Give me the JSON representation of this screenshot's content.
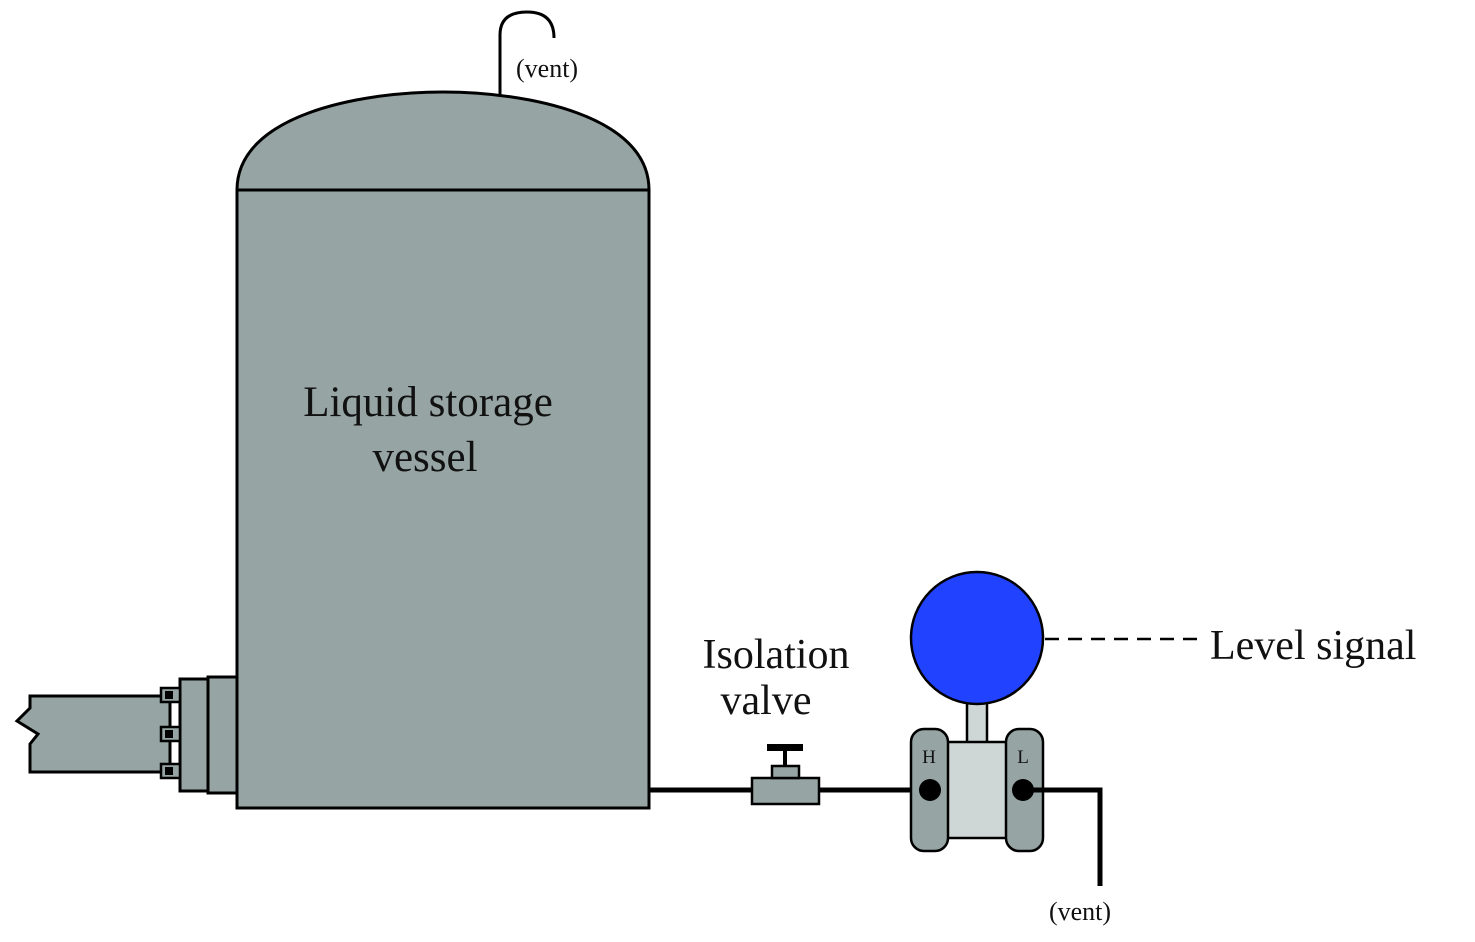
{
  "labels": {
    "vessel_line1": "Liquid storage",
    "vessel_line2": "vessel",
    "vent_top": "(vent)",
    "vent_bottom": "(vent)",
    "valve_line1": "Isolation",
    "valve_line2": "valve",
    "signal": "Level signal",
    "port_high": "H",
    "port_low": "L"
  },
  "colors": {
    "vessel_fill": "#96a5a3",
    "transmitter_head": "#2142ff",
    "transmitter_body": "#cfd7d6",
    "outline": "#000000"
  },
  "icons": {
    "valve": "gate-valve-icon",
    "transmitter": "differential-pressure-transmitter-icon"
  }
}
